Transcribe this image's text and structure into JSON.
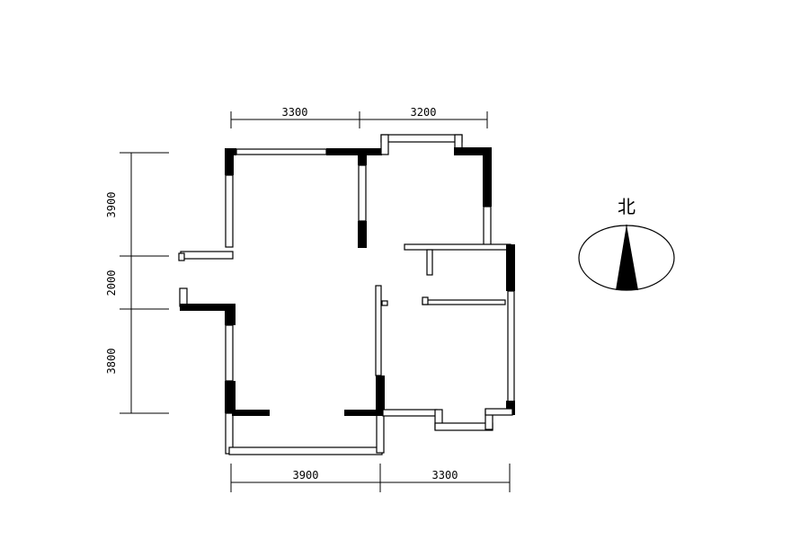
{
  "dimensions": {
    "top": [
      "3300",
      "3200"
    ],
    "bottom": [
      "3900",
      "3300"
    ],
    "left": [
      "3900",
      "2000",
      "3800"
    ]
  },
  "compass": {
    "label": "北",
    "color": "#000000"
  }
}
